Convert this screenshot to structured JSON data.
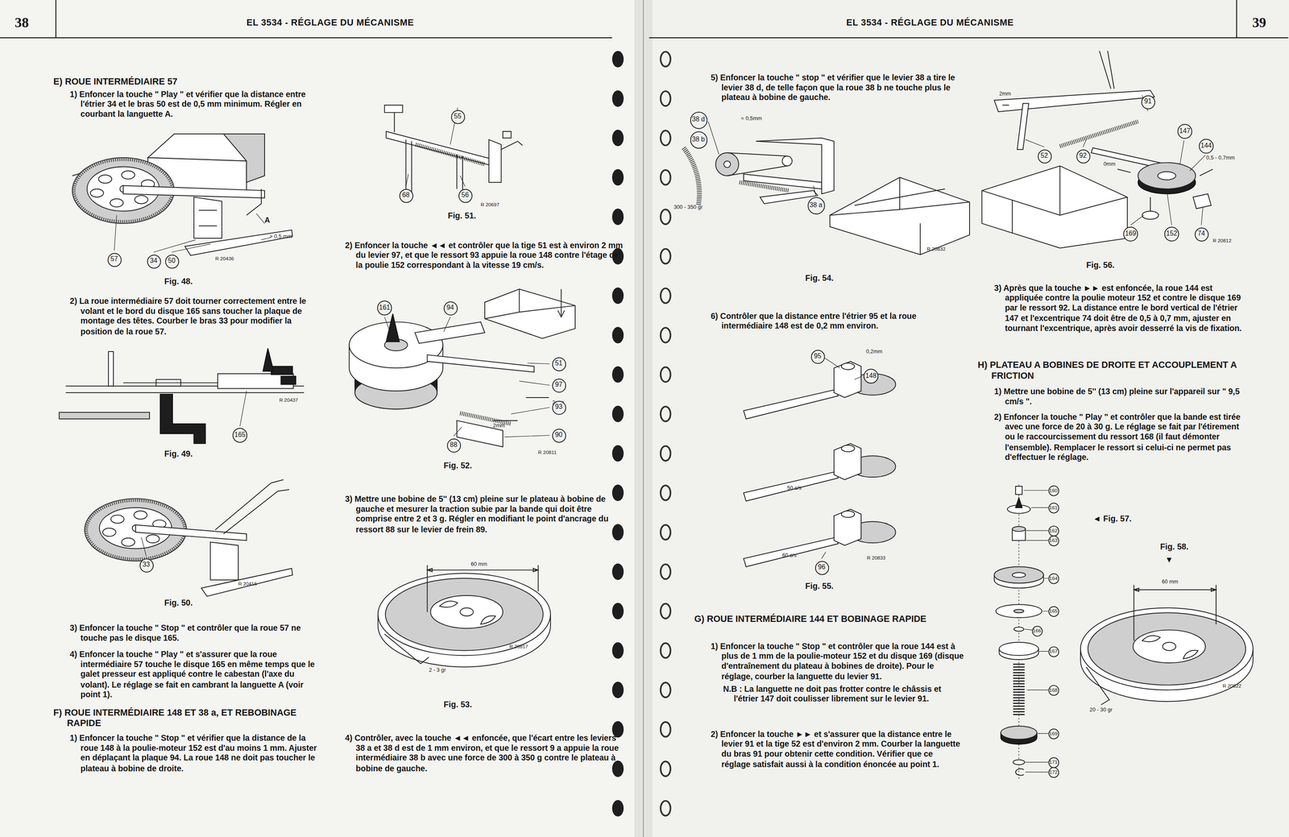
{
  "diagram": {
    "title": "EL 3534 - RÉGLAGE DU MÉCANISME",
    "nodes": [
      {
        "text": [
          "57"
        ]
      },
      {
        "text": [
          "34"
        ]
      },
      {
        "text": [
          "50"
        ]
      },
      {
        "text": [
          "165"
        ]
      },
      {
        "text": [
          "33"
        ]
      },
      {
        "text": [
          "55"
        ]
      },
      {
        "text": [
          "68"
        ]
      },
      {
        "text": [
          "56"
        ]
      },
      {
        "text": [
          "161"
        ]
      },
      {
        "text": [
          "94"
        ]
      },
      {
        "text": [
          "51"
        ]
      },
      {
        "text": [
          "97"
        ]
      },
      {
        "text": [
          "93"
        ]
      },
      {
        "text": [
          "90"
        ]
      },
      {
        "text": [
          "88"
        ]
      },
      {
        "text": [
          "38 d"
        ]
      },
      {
        "text": [
          "38 b"
        ]
      },
      {
        "text": [
          "38 a"
        ]
      },
      {
        "text": [
          "95"
        ]
      },
      {
        "text": [
          "148"
        ]
      },
      {
        "text": [
          "96"
        ]
      },
      {
        "text": [
          "91"
        ]
      },
      {
        "text": [
          "147"
        ]
      },
      {
        "text": [
          "144"
        ]
      },
      {
        "text": [
          "52"
        ]
      },
      {
        "text": [
          "92"
        ]
      },
      {
        "text": [
          "169"
        ]
      },
      {
        "text": [
          "152"
        ]
      },
      {
        "text": [
          "74"
        ]
      },
      {
        "text": [
          "160"
        ]
      },
      {
        "text": [
          "161"
        ]
      },
      {
        "text": [
          "162"
        ]
      },
      {
        "text": [
          "163"
        ]
      },
      {
        "text": [
          "164"
        ]
      },
      {
        "text": [
          "165"
        ]
      },
      {
        "text": [
          "166"
        ]
      },
      {
        "text": [
          "167"
        ]
      },
      {
        "text": [
          "168"
        ]
      },
      {
        "text": [
          "169"
        ]
      },
      {
        "text": [
          "171"
        ]
      },
      {
        "text": [
          "172"
        ]
      }
    ],
    "labels": [
      "38",
      "EL 3534 - RÉGLAGE DU MÉCANISME",
      "39",
      "E) ROUE INTERMÉDIAIRE 57",
      "1) Enfoncer la touche \" Play \" et vérifier que la distance entre l'étrier 34 et le bras 50 est de 0,5 mm minimum. Régler en courbant la languette A.",
      "A",
      "> 0,5 mm",
      "R 20436",
      "Fig. 48.",
      "2) La roue intermédiaire 57 doit tourner correctement entre le volant et le bord du disque 165 sans toucher la plaque de montage des têtes. Courber le bras 33 pour modifier la position de la roue 57.",
      "R 20437",
      "Fig. 49.",
      "R 20416",
      "Fig. 50.",
      "3) Enfoncer la touche \" Stop \" et contrôler que la roue 57 ne touche pas le disque 165.",
      "4) Enfoncer la touche \" Play \" et s'assurer que la roue intermédiaire 57 touche le disque 165 en même temps que le galet presseur est appliqué contre le cabestan (l'axe du volant). Le réglage se fait en cambrant la languette A (voir point 1).",
      "F) ROUE INTERMÉDIAIRE 148 ET 38 a, ET REBOBINAGE RAPIDE",
      "1) Enfoncer la touche \" Stop \" et vérifier que la distance de la roue 148 à la poulie-moteur 152 est d'au moins 1 mm. Ajuster en déplaçant la plaque 94. La roue 148 ne doit pas toucher le plateau à bobine de droite.",
      "R 20697",
      "Fig. 51.",
      "2) Enfoncer la touche ◄◄ et contrôler que la tige 51 est à environ 2 mm du levier 97, et que le ressort 93 appuie la roue 148 contre l'étage de la poulie 152 correspondant à la vitesse 19 cm/s.",
      "2mm",
      "2mm",
      "R 20811",
      "Fig. 52.",
      "3) Mettre une bobine de 5'' (13 cm) pleine sur le plateau à bobine de gauche et mesurer la traction subie par la bande qui doit être comprise entre 2 et 3 g. Régler en modifiant le point d'ancrage du ressort 88 sur le levier de frein 89.",
      "60 mm",
      "2 - 3 gr",
      "R 20817",
      "Fig. 53.",
      "4) Contrôler, avec la touche ◄◄ enfoncée, que l'écart entre les leviers 38 a et 38 d est de 1 mm environ, et que le ressort 9 a appuie la roue intermédiaire 38 b avec une force de 300 à 350 g contre le plateau à bobine de gauche.",
      "5) Enfoncer la touche \" stop \" et vérifier que le levier 38 a tire le levier 38 d, de telle façon que la roue 38 b ne touche plus le plateau à bobine de gauche.",
      "≈ 0,5mm",
      "300 - 350 gr",
      "R 20832",
      "Fig. 54.",
      "6) Contrôler que la distance entre l'étrier 95 et la roue intermédiaire 148 est de 0,2 mm environ.",
      "0,2mm",
      "50 c/s",
      "R 20833",
      "60 c/s",
      "Fig. 55.",
      "G) ROUE INTERMÉDIAIRE 144 ET BOBINAGE RAPIDE",
      "1) Enfoncer la touche \" Stop \" et contrôler que la roue 144 est à plus de 1 mm de la poulie-moteur 152 et du disque 169 (disque d'entraînement du plateau à bobines de droite). Pour le réglage, courber la languette du levier 91.",
      "N.B : La languette ne doit pas frotter contre le châssis et l'étrier 147 doit coulisser librement sur le levier 91.",
      "2) Enfoncer la touche ►► et s'assurer que la distance entre le levier 91 et la tige 52 est d'environ 2 mm. Courber la languette du bras 91 pour obtenir cette condition. Vérifier que ce réglage satisfait aussi à la condition énoncée au point 1.",
      "2mm",
      "0mm",
      "0,5 - 0,7mm",
      "R 20812",
      "Fig. 56.",
      "3) Après que la touche ►► est enfoncée, la roue 144 est appliquée contre la poulie moteur 152 et contre le disque 169 par le ressort 92. La distance entre le bord vertical de l'étrier 147 et l'excentrique 74 doit être de 0,5 à 0,7 mm, ajuster en tournant l'excentrique, après avoir desserré la vis de fixation.",
      "H) PLATEAU A BOBINES DE DROITE ET ACCOUPLEMENT A FRICTION",
      "1) Mettre une bobine de 5'' (13 cm) pleine sur l'appareil sur \" 9,5 cm/s \".",
      "2) Enfoncer la touche \" Play \" et contrôler que la bande est tirée avec une force de 20 à 30 g. Le réglage se fait par l'étirement ou le raccourcissement du ressort 168 (il faut démonter l'ensemble). Remplacer le ressort si celui-ci ne permet pas d'effectuer le réglage.",
      "◄ Fig. 57.",
      "Fig. 58.",
      "▼",
      "60 mm",
      "R 20822",
      "20 - 30 gr"
    ]
  }
}
